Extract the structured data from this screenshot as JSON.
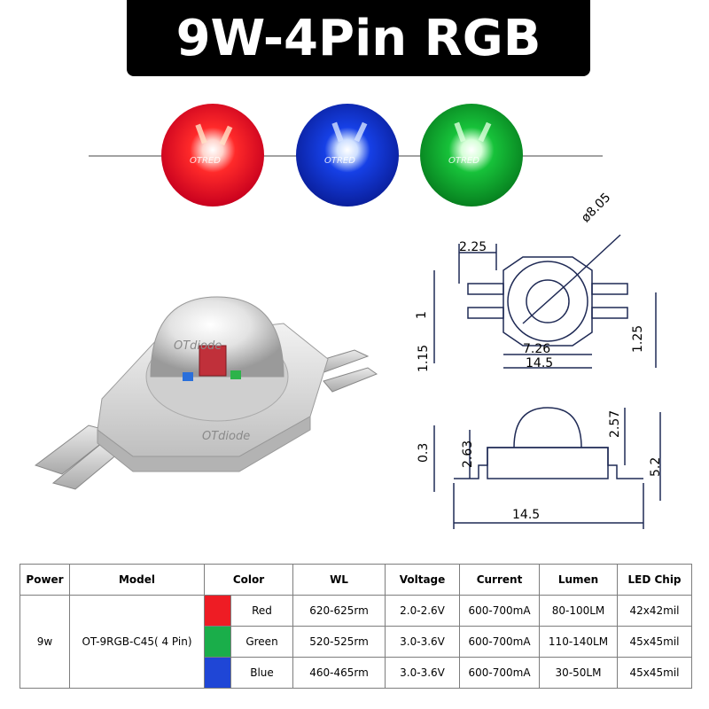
{
  "title": "9W-4Pin RGB",
  "brand_mark": "OTdiode",
  "led_brand": "OTRED",
  "colors": {
    "red": "#ee1c24",
    "green": "#1aae4a",
    "blue": "#1f46d6",
    "title_bg": "#000000"
  },
  "dimensions": {
    "top_view": {
      "diameter": "ø8.05",
      "pad_width": "2.25",
      "inner": "7.26",
      "width": "14.5",
      "left": "1",
      "left2": "1.15",
      "right": "1.25"
    },
    "side_view": {
      "height": "5.2",
      "dome": "2.57",
      "body": "2.63",
      "base": "0.3",
      "width": "14.5"
    }
  },
  "table": {
    "headers": [
      "Power",
      "Model",
      "Color",
      "WL",
      "Voltage",
      "Current",
      "Lumen",
      "LED Chip"
    ],
    "power": "9w",
    "model": "OT-9RGB-C45( 4 Pin)",
    "rows": [
      {
        "swatch": "#ee1c24",
        "color": "Red",
        "wl": "620-625rm",
        "voltage": "2.0-2.6V",
        "current": "600-700mA",
        "lumen": "80-100LM",
        "chip": "42x42mil"
      },
      {
        "swatch": "#1aae4a",
        "color": "Green",
        "wl": "520-525rm",
        "voltage": "3.0-3.6V",
        "current": "600-700mA",
        "lumen": "110-140LM",
        "chip": "45x45mil"
      },
      {
        "swatch": "#1f46d6",
        "color": "Blue",
        "wl": "460-465rm",
        "voltage": "3.0-3.6V",
        "current": "600-700mA",
        "lumen": "30-50LM",
        "chip": "45x45mil"
      }
    ]
  }
}
